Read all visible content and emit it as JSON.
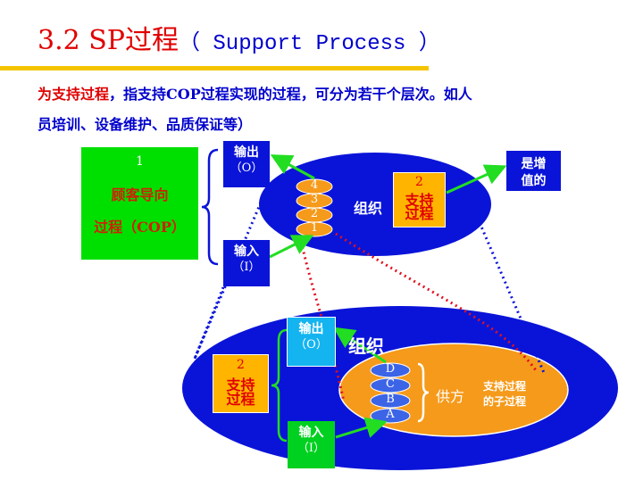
{
  "header": {
    "title_prefix": "3.2 SP过程",
    "title_suffix": "（ Support  Process ）"
  },
  "description": {
    "highlight": "为支持过程",
    "line1_rest": "，指支持COP过程实现的过程，可分为若干个层次。如人",
    "line2": "员培训、设备维护、品质保证等）"
  },
  "top_diagram": {
    "cop_box": {
      "number": "1",
      "line1": "顾客导向",
      "line2": "过程（COP）"
    },
    "output_box": {
      "line1": "输出",
      "line2": "（O）"
    },
    "input_box": {
      "line1": "输入",
      "line2": "（I）"
    },
    "org_label": "组织",
    "levels": [
      "4",
      "3",
      "2",
      "1"
    ],
    "support_box": {
      "number": "2",
      "line1": "支持",
      "line2": "过程"
    },
    "value_box": {
      "line1": "是增",
      "line2": "值的"
    }
  },
  "bottom_diagram": {
    "support_box": {
      "number": "2",
      "line1": "支持",
      "line2": "过程"
    },
    "output_box": {
      "line1": "输出",
      "line2": "（O）"
    },
    "input_box": {
      "line1": "输入",
      "line2": "（I）"
    },
    "org_label": "组织",
    "sub_levels": [
      "D",
      "C",
      "B",
      "A"
    ],
    "supplier_label": "供方",
    "sub_process": {
      "line1": "支持过程",
      "line2": "的子过程"
    }
  },
  "colors": {
    "title_red": "#e00000",
    "text_blue": "#0000cc",
    "rule_yellow": "#f5c400",
    "org_blue": "#0a14d8",
    "cop_green": "#00e000",
    "support_orange": "#ffb400",
    "level_orange": "#f59a1a",
    "input_green": "#00d020",
    "output_cyan": "#14b4f0",
    "arrow_green": "#22dd22",
    "dot_red": "#e01020"
  }
}
